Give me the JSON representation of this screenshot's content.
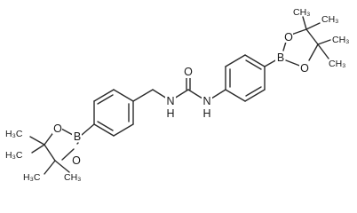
{
  "atoms": {
    "left_boron": "B",
    "left_oxygen_upper": "O",
    "left_oxygen_lower": "O",
    "amide_n_left": "N",
    "amide_h_left": "H",
    "carbonyl_oxygen": "O",
    "amide_n_right": "N",
    "amide_h_right": "H",
    "right_boron": "B",
    "right_oxygen_upper": "O",
    "right_oxygen_lower": "O"
  },
  "methyls": {
    "left_upper_a": "H3C",
    "left_upper_b": "H3C",
    "left_lower_a": "H3C",
    "left_lower_b": "CH3",
    "right_upper_a": "CH3",
    "right_upper_b": "CH3",
    "right_lower_a": "CH3",
    "right_lower_b": "CH3"
  },
  "colors": {
    "bond": "#2b2b2b",
    "label": "#1a1a1a",
    "background": "#ffffff"
  }
}
